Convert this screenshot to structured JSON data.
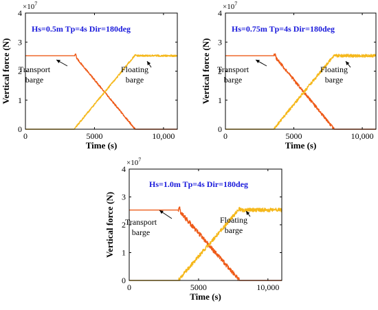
{
  "chart_data": [
    {
      "type": "line",
      "annotation": "Hs=0.5m   Tp=4s   Dir=180deg",
      "xlabel": "Time (s)",
      "ylabel": "Vertical force (N)",
      "y_multiplier": "×10",
      "y_multiplier_exp": "7",
      "xlim": [
        0,
        11000
      ],
      "ylim": [
        0,
        4
      ],
      "x_ticks": [
        "0",
        "5000",
        "10,000"
      ],
      "x_tick_values": [
        0,
        5000,
        10000
      ],
      "y_ticks": [
        "0",
        "1",
        "2",
        "3",
        "4"
      ],
      "y_tick_values": [
        0,
        1,
        2,
        3,
        4
      ],
      "series": [
        {
          "name": "Transport barge",
          "color": "#ee5a18",
          "noise": 0.03,
          "x": [
            0,
            3550,
            3650,
            3700,
            7950,
            8000,
            11000
          ],
          "y": [
            2.53,
            2.53,
            2.6,
            2.45,
            0.0,
            0.0,
            0.0
          ]
        },
        {
          "name": "Floating barge",
          "color": "#f5b81c",
          "noise": 0.03,
          "x": [
            0,
            3550,
            3600,
            7950,
            8100,
            11000
          ],
          "y": [
            0.0,
            0.0,
            0.05,
            2.55,
            2.53,
            2.53
          ]
        }
      ],
      "labels": [
        {
          "text": [
            "Transport",
            "barge"
          ],
          "series": "Transport barge"
        },
        {
          "text": [
            "Floating",
            "barge"
          ],
          "series": "Floating barge"
        }
      ]
    },
    {
      "type": "line",
      "annotation": "Hs=0.75m   Tp=4s   Dir=180deg",
      "xlabel": "Time (s)",
      "ylabel": "Vertical force (N)",
      "y_multiplier": "×10",
      "y_multiplier_exp": "7",
      "xlim": [
        0,
        11000
      ],
      "ylim": [
        0,
        4
      ],
      "x_ticks": [
        "0",
        "5000",
        "10,000"
      ],
      "x_tick_values": [
        0,
        5000,
        10000
      ],
      "y_ticks": [
        "0",
        "1",
        "2",
        "3",
        "4"
      ],
      "y_tick_values": [
        0,
        1,
        2,
        3,
        4
      ],
      "series": [
        {
          "name": "Transport barge",
          "color": "#ee5a18",
          "noise": 0.05,
          "x": [
            0,
            3550,
            3650,
            3700,
            7950,
            8000,
            11000
          ],
          "y": [
            2.53,
            2.53,
            2.62,
            2.45,
            0.0,
            0.0,
            0.0
          ]
        },
        {
          "name": "Floating barge",
          "color": "#f5b81c",
          "noise": 0.05,
          "x": [
            0,
            3550,
            3600,
            7950,
            8100,
            11000
          ],
          "y": [
            0.0,
            0.0,
            0.05,
            2.55,
            2.53,
            2.53
          ]
        }
      ],
      "labels": [
        {
          "text": [
            "Transport",
            "barge"
          ],
          "series": "Transport barge"
        },
        {
          "text": [
            "Floating",
            "barge"
          ],
          "series": "Floating barge"
        }
      ]
    },
    {
      "type": "line",
      "annotation": "Hs=1.0m   Tp=4s   Dir=180deg",
      "xlabel": "Time (s)",
      "ylabel": "Vertical force (N)",
      "y_multiplier": "×10",
      "y_multiplier_exp": "7",
      "xlim": [
        0,
        11000
      ],
      "ylim": [
        0,
        4
      ],
      "x_ticks": [
        "0",
        "5000",
        "10,000"
      ],
      "x_tick_values": [
        0,
        5000,
        10000
      ],
      "y_ticks": [
        "0",
        "1",
        "2",
        "3",
        "4"
      ],
      "y_tick_values": [
        0,
        1,
        2,
        3,
        4
      ],
      "series": [
        {
          "name": "Transport barge",
          "color": "#ee5a18",
          "noise": 0.08,
          "x": [
            0,
            3550,
            3650,
            3700,
            7950,
            8000,
            11000
          ],
          "y": [
            2.53,
            2.53,
            2.65,
            2.45,
            0.0,
            0.0,
            0.0
          ]
        },
        {
          "name": "Floating barge",
          "color": "#f5b81c",
          "noise": 0.07,
          "x": [
            0,
            3550,
            3600,
            7950,
            8100,
            11000
          ],
          "y": [
            0.0,
            0.0,
            0.05,
            2.57,
            2.53,
            2.53
          ]
        }
      ],
      "labels": [
        {
          "text": [
            "Transport",
            "barge"
          ],
          "series": "Transport barge"
        },
        {
          "text": [
            "Floating",
            "barge"
          ],
          "series": "Floating barge"
        }
      ]
    }
  ]
}
